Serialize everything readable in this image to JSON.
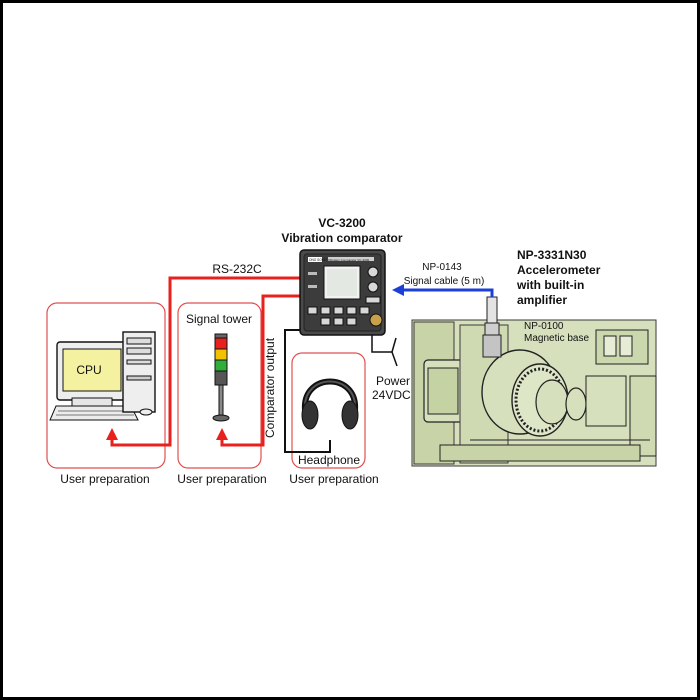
{
  "comparator": {
    "model": "VC-3200",
    "name": "Vibration comparator",
    "brand": "ONO SOKKI",
    "panel_caption": "Vibration Comparator VC-3200"
  },
  "links": {
    "rs232c": "RS-232C",
    "comparator_output": "Comparator output",
    "signal_cable_model": "NP-0143",
    "signal_cable_desc": "Signal cable (5 m)",
    "power_line1": "Power",
    "power_line2": "24VDC"
  },
  "sensor": {
    "model": "NP-3331N30",
    "line1": "Accelerometer",
    "line2": "with built-in",
    "line3": "amplifier",
    "base_model": "NP-0100",
    "base_desc": "Magnetic base"
  },
  "user_boxes": {
    "cpu_label": "CPU",
    "signal_tower": "Signal tower",
    "headphone": "Headphone",
    "user_prep": "User preparation"
  },
  "colors": {
    "red_line": "#e8201e",
    "blue_line": "#1c3fd8",
    "box_border": "#e05050",
    "machine_fill": "#d6e0bd"
  }
}
